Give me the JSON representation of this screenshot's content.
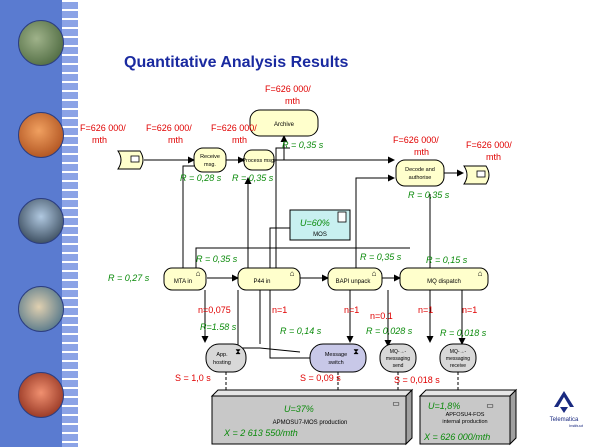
{
  "title": "Quantitative Analysis Results",
  "nodes": {
    "archive": "Archive",
    "receive": "Receive msg.",
    "process": "Process msg.",
    "decode": "Decode and authorise",
    "mos": "MOS",
    "mta": "MTA in",
    "p44": "P44 in",
    "bapi": "BAPI unpack",
    "mq_dispatch": "MQ dispatch",
    "app_hosting": "App. hosting",
    "message_switch": "Message switch",
    "mq_send": "MQ- messaging send",
    "mq_receive": "MQ- messaging receive",
    "apmosu7": "APMOSU7-MOS production",
    "apfosu4": "APFOSU4-FOS internal production"
  },
  "labels": {
    "f_in_l1": "F=626 000/",
    "f_in_l2": "mth",
    "f_recv_l1": "F=626 000/",
    "f_recv_l2": "mth",
    "f_proc_l1": "F=626 000/",
    "f_proc_l2": "mth",
    "f_arch_l1": "F=626 000/",
    "f_arch_l2": "mth",
    "f_dec_l1": "F=626 000/",
    "f_dec_l2": "mth",
    "f_out_l1": "F=626 000/",
    "f_out_l2": "mth",
    "r_archive": "R = 0,35 s",
    "r_receive": "R = 0,28 s",
    "r_process": "R = 0,35 s",
    "r_decode": "R = 0,35 s",
    "r_mta": "R = 0,27 s",
    "r_p44": "R = 0,35 s",
    "r_bapi": "R = 0,35 s",
    "r_dispatch": "R = 0,15 s",
    "u_mos": "U=60%",
    "n_0075": "n=0,075",
    "n_1a": "n=1",
    "n_1b": "n=1",
    "n_01": "n=0.1",
    "n_1c": "n=1",
    "n_1d": "n=1",
    "r_158": "R=1.58 s",
    "r_014": "R = 0,14 s",
    "r_0028": "R = 0,028 s",
    "r_0018": "R = 0,018 s",
    "s_10": "S = 1,0 s",
    "s_009": "S = 0,09 s",
    "s_0018": "S = 0,018 s",
    "u_37": "U=37%",
    "x_37": "X = 2 613 550/mth",
    "u_18": "U=1,8%",
    "x_18": "X = 626 000/mth"
  },
  "logo": {
    "line1": "Telematica",
    "line2": "Instituut"
  },
  "colors": {
    "red": "#e00000",
    "green": "#0a8a0a",
    "title": "#1a2aa0",
    "event": "#ffffcc",
    "mos": "#c8f0f0",
    "server": "#c8c8c8"
  }
}
